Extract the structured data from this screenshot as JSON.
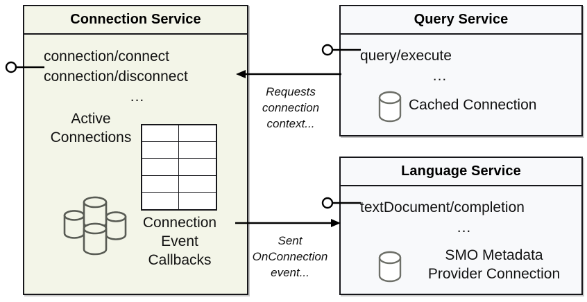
{
  "diagram": {
    "title_hidden": "",
    "components": [
      {
        "id": "connection-service",
        "title": "Connection Service",
        "operations": [
          "connection/connect",
          "connection/disconnect"
        ],
        "ellipsis": "...",
        "store_label_line1": "Active",
        "store_label_line2": "Connections",
        "store_icon": "database-cluster-icon",
        "grid_label_line1": "Connection",
        "grid_label_line2": "Event",
        "grid_label_line3": "Callbacks",
        "grid_icon": "table-grid-icon",
        "fill": "#f3f5e8"
      },
      {
        "id": "query-service",
        "title": "Query Service",
        "operations": [
          "query/execute"
        ],
        "ellipsis": "...",
        "store_label": "Cached Connection",
        "store_icon": "database-icon",
        "fill": "#f8f9fb"
      },
      {
        "id": "language-service",
        "title": "Language Service",
        "operations": [
          "textDocument/completion"
        ],
        "ellipsis": "...",
        "store_label_line1": "SMO Metadata",
        "store_label_line2": "Provider Connection",
        "store_icon": "database-icon",
        "fill": "#f8f9fb"
      }
    ],
    "connectors": [
      {
        "id": "query-to-connection",
        "from": "query-service",
        "to": "connection-service",
        "direction": "left",
        "label_lines": [
          "Requests",
          "connection",
          "context..."
        ]
      },
      {
        "id": "connection-to-language",
        "from": "connection-service",
        "to": "language-service",
        "direction": "right",
        "label_lines": [
          "Sent",
          "OnConnection",
          "event..."
        ]
      }
    ],
    "interfaces": [
      {
        "id": "connection-service-provided-interface",
        "icon": "lollipop-icon"
      },
      {
        "id": "query-service-provided-interface",
        "icon": "lollipop-icon"
      },
      {
        "id": "language-service-provided-interface",
        "icon": "lollipop-icon"
      }
    ],
    "colors": {
      "stroke": "#16161a",
      "tinted_fill": "#f3f5e8",
      "plain_fill": "#f8f9fb",
      "icon_stroke": "#585b54"
    }
  }
}
